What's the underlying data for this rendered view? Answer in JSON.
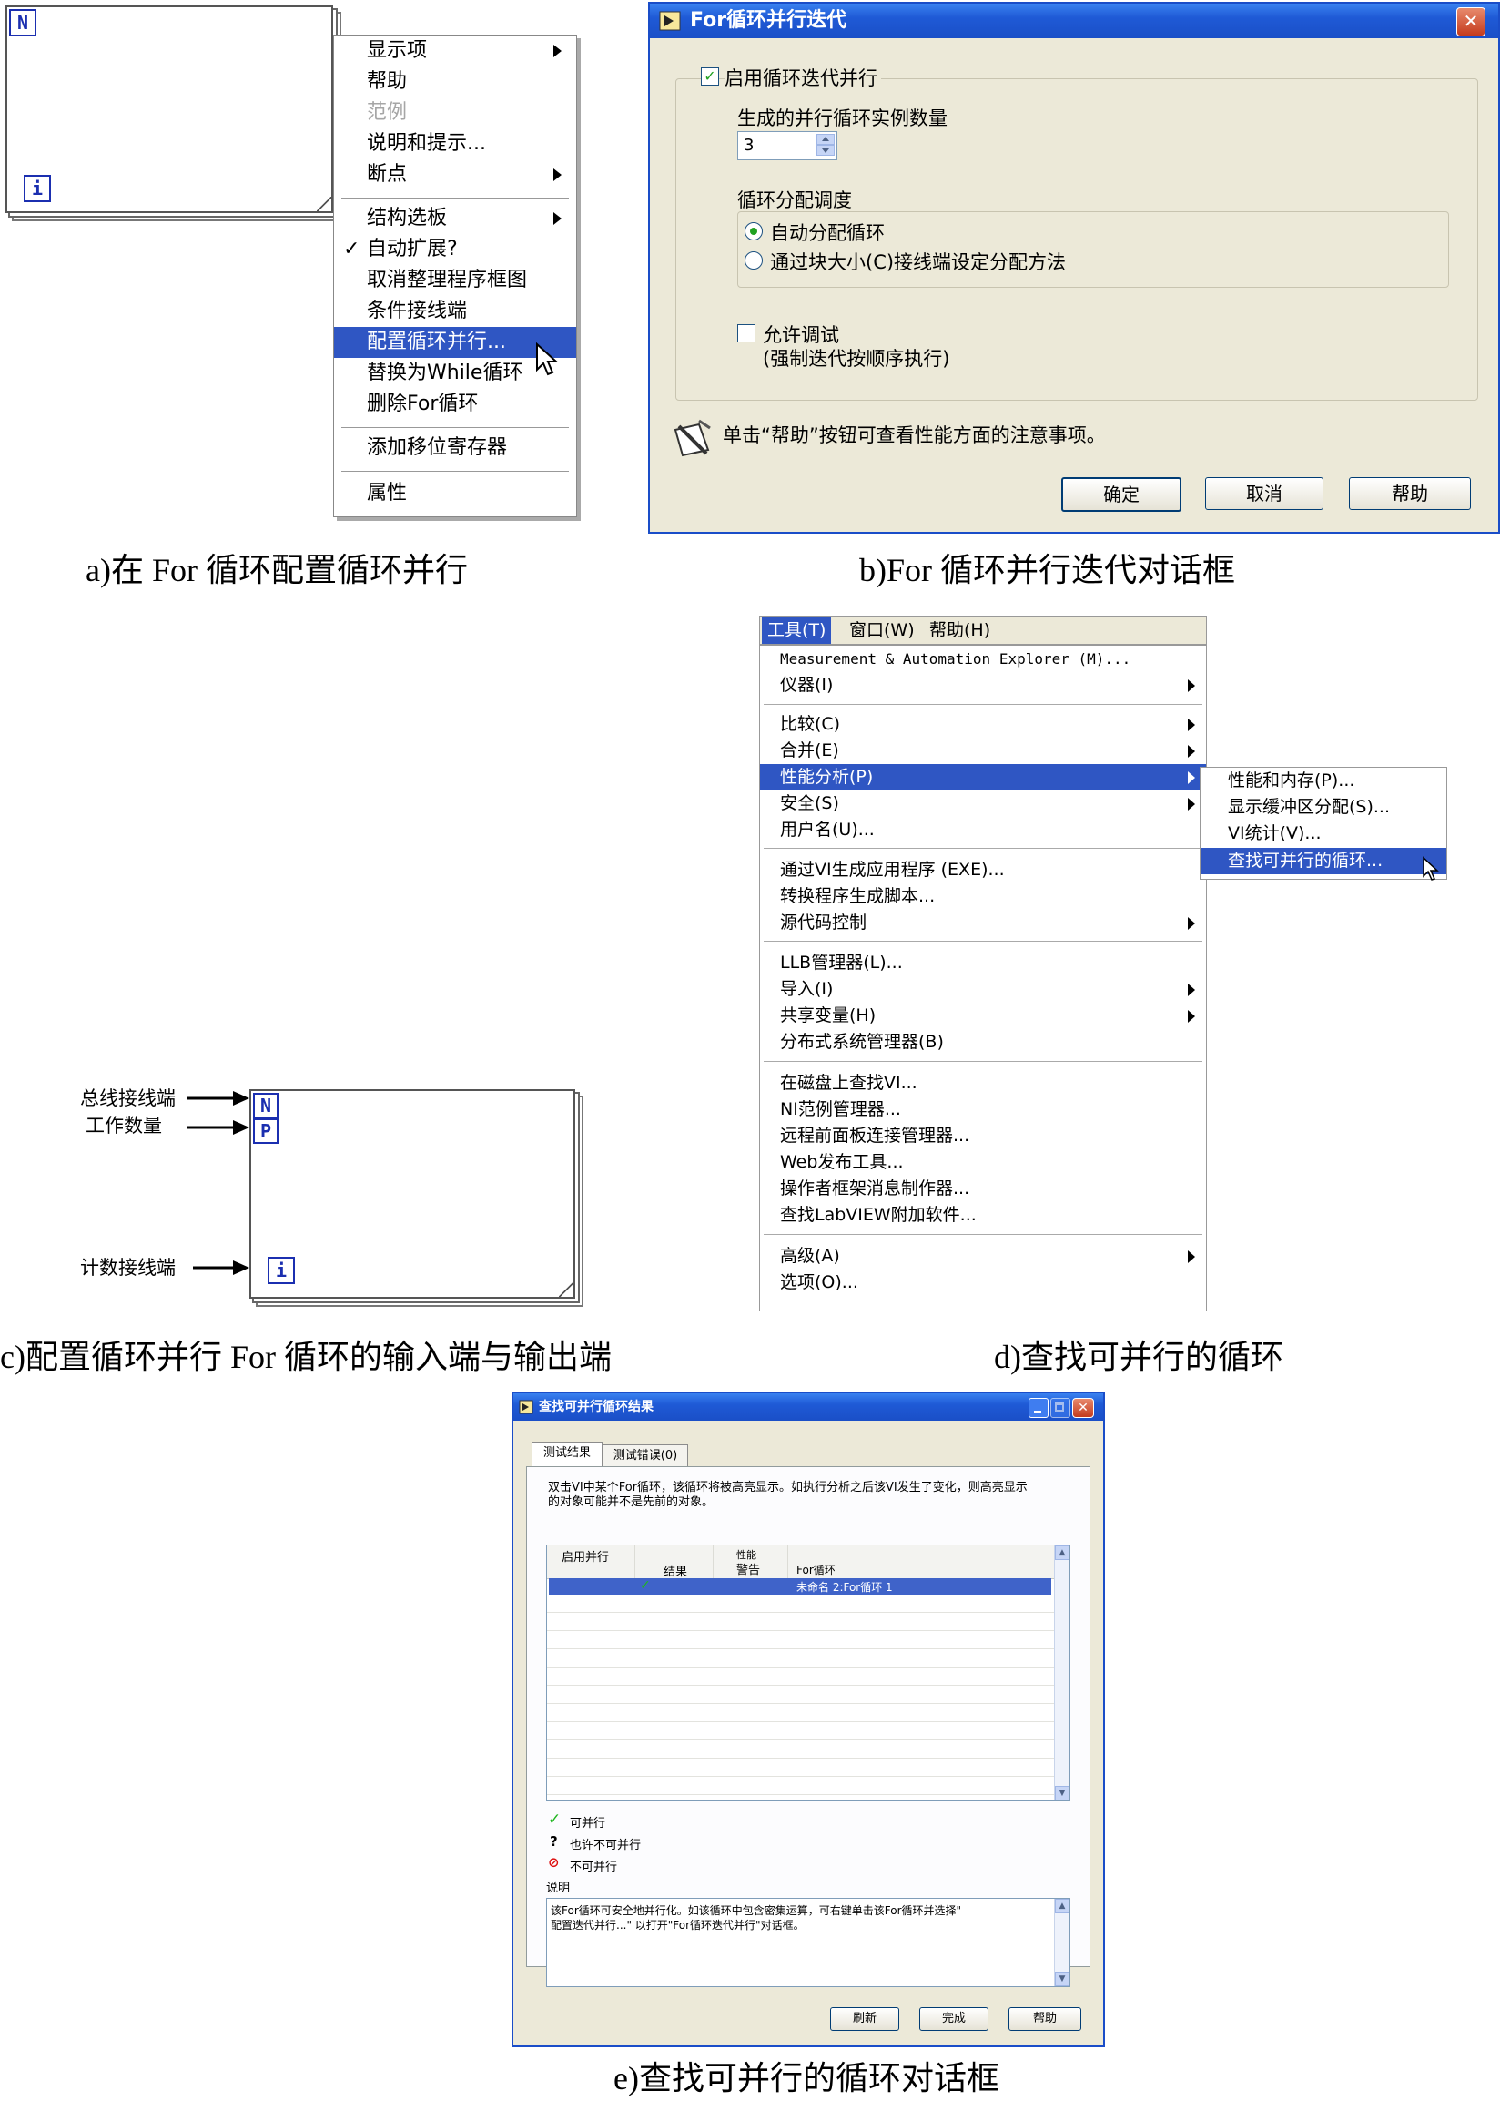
{
  "captions": {
    "a": "a)在 For 循环配置循环并行",
    "b": "b)For 循环并行迭代对话框",
    "c": "c)配置循环并行 For 循环的输入端与输出端",
    "d": "d)查找可并行的循环",
    "e": "e)查找可并行的循环对话框"
  },
  "loop_terminals": {
    "n": "N",
    "i": "i",
    "p": "P"
  },
  "context_menu": {
    "items": [
      {
        "label": "显示项",
        "submenu": true
      },
      {
        "label": "帮助"
      },
      {
        "label": "范例",
        "disabled": true
      },
      {
        "label": "说明和提示..."
      },
      {
        "label": "断点",
        "submenu": true
      },
      {
        "label": "结构选板",
        "submenu": true
      },
      {
        "label": "自动扩展?",
        "checked": true
      },
      {
        "label": "取消整理程序框图"
      },
      {
        "label": "条件接线端"
      },
      {
        "label": "配置循环并行...",
        "selected": true
      },
      {
        "label": "替换为While循环"
      },
      {
        "label": "删除For循环"
      },
      {
        "label": "添加移位寄存器"
      },
      {
        "label": "属性"
      }
    ],
    "check_mark": "✓"
  },
  "parallel_dialog": {
    "title": "For循环并行迭代",
    "close": "✕",
    "enable_label": "启用循环迭代并行",
    "instances_label": "生成的并行循环实例数量",
    "instances_value": "3",
    "schedule_label": "循环分配调度",
    "radio_auto": "自动分配循环",
    "radio_chunk": "通过块大小(C)接线端设定分配方法",
    "debug_label": "允许调试",
    "debug_sub": "(强制迭代按顺序执行)",
    "hint": "单击“帮助”按钮可查看性能方面的注意事项。",
    "ok": "确定",
    "cancel": "取消",
    "help": "帮助"
  },
  "loop_labels": {
    "bus": "总线接线端",
    "workers": "工作数量",
    "count": "计数接线端"
  },
  "tools_menu": {
    "menubar": [
      "工具(T)",
      "窗口(W)",
      "帮助(H)"
    ],
    "items": [
      {
        "label": "Measurement & Automation Explorer (M)..."
      },
      {
        "label": "仪器(I)",
        "submenu": true
      },
      {
        "label": "比较(C)",
        "submenu": true
      },
      {
        "label": "合并(E)",
        "submenu": true
      },
      {
        "label": "性能分析(P)",
        "submenu": true,
        "selected": true
      },
      {
        "label": "安全(S)",
        "submenu": true
      },
      {
        "label": "用户名(U)..."
      },
      {
        "label": "通过VI生成应用程序 (EXE)..."
      },
      {
        "label": "转换程序生成脚本..."
      },
      {
        "label": "源代码控制",
        "submenu": true
      },
      {
        "label": "LLB管理器(L)..."
      },
      {
        "label": "导入(I)",
        "submenu": true
      },
      {
        "label": "共享变量(H)",
        "submenu": true
      },
      {
        "label": "分布式系统管理器(B)"
      },
      {
        "label": "在磁盘上查找VI..."
      },
      {
        "label": "NI范例管理器..."
      },
      {
        "label": "远程前面板连接管理器..."
      },
      {
        "label": "Web发布工具..."
      },
      {
        "label": "操作者框架消息制作器..."
      },
      {
        "label": "查找LabVIEW附加软件..."
      },
      {
        "label": "高级(A)",
        "submenu": true
      },
      {
        "label": "选项(O)..."
      }
    ],
    "submenu": [
      {
        "label": "性能和内存(P)..."
      },
      {
        "label": "显示缓冲区分配(S)..."
      },
      {
        "label": "VI统计(V)..."
      },
      {
        "label": "查找可并行的循环...",
        "selected": true
      }
    ]
  },
  "find_dialog": {
    "title": "查找可并行循环结果",
    "tabs": [
      "测试结果",
      "测试错误(0)"
    ],
    "intro_1": "双击VI中某个For循环，该循环将被高亮显示。如执行分析之后该VI发生了变化，则高亮显示",
    "intro_2": "的对象可能并不是先前的对象。",
    "col_enable": "启用并行",
    "col_result": "结果",
    "col_perf_1": "性能",
    "col_perf_2": "警告",
    "col_loop": "For循环",
    "row_loop": "未命名 2:For循环 1",
    "row_mark": "✓",
    "legend_ok_icon": "✓",
    "legend_ok": "可并行",
    "legend_maybe_icon": "?",
    "legend_maybe": "也许不可并行",
    "legend_no_icon": "⊘",
    "legend_no": "不可并行",
    "desc_label": "说明",
    "desc_1": "该For循环可安全地并行化。如该循环中包含密集运算，可右键单击该For循环并选择\"",
    "desc_2": "配置迭代并行...\" 以打开\"For循环迭代并行\"对话框。",
    "refresh": "刷新",
    "done": "完成",
    "help": "帮助"
  },
  "colors": {
    "menu_highlight": "#2f56c3",
    "terminal_blue": "#1b2fb0",
    "xp_face": "#ece9d8"
  }
}
